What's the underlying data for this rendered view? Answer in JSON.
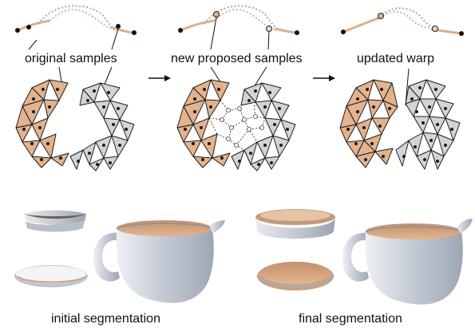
{
  "panels": {
    "original_label": "original samples",
    "proposed_label": "new proposed samples",
    "updated_label": "updated warp"
  },
  "bottom": {
    "initial_label": "initial segmentation",
    "final_label": "final segmentation"
  },
  "colors": {
    "orange": "#e3b38e",
    "gray": "#d4d4d4",
    "curve_orange": "#dfae8a",
    "curve_gray": "#a9a9a9",
    "pot_body": "#c7ced8",
    "pot_inner": "#d7a784"
  },
  "icons": {
    "step_arrow": "arrow-right-icon"
  }
}
